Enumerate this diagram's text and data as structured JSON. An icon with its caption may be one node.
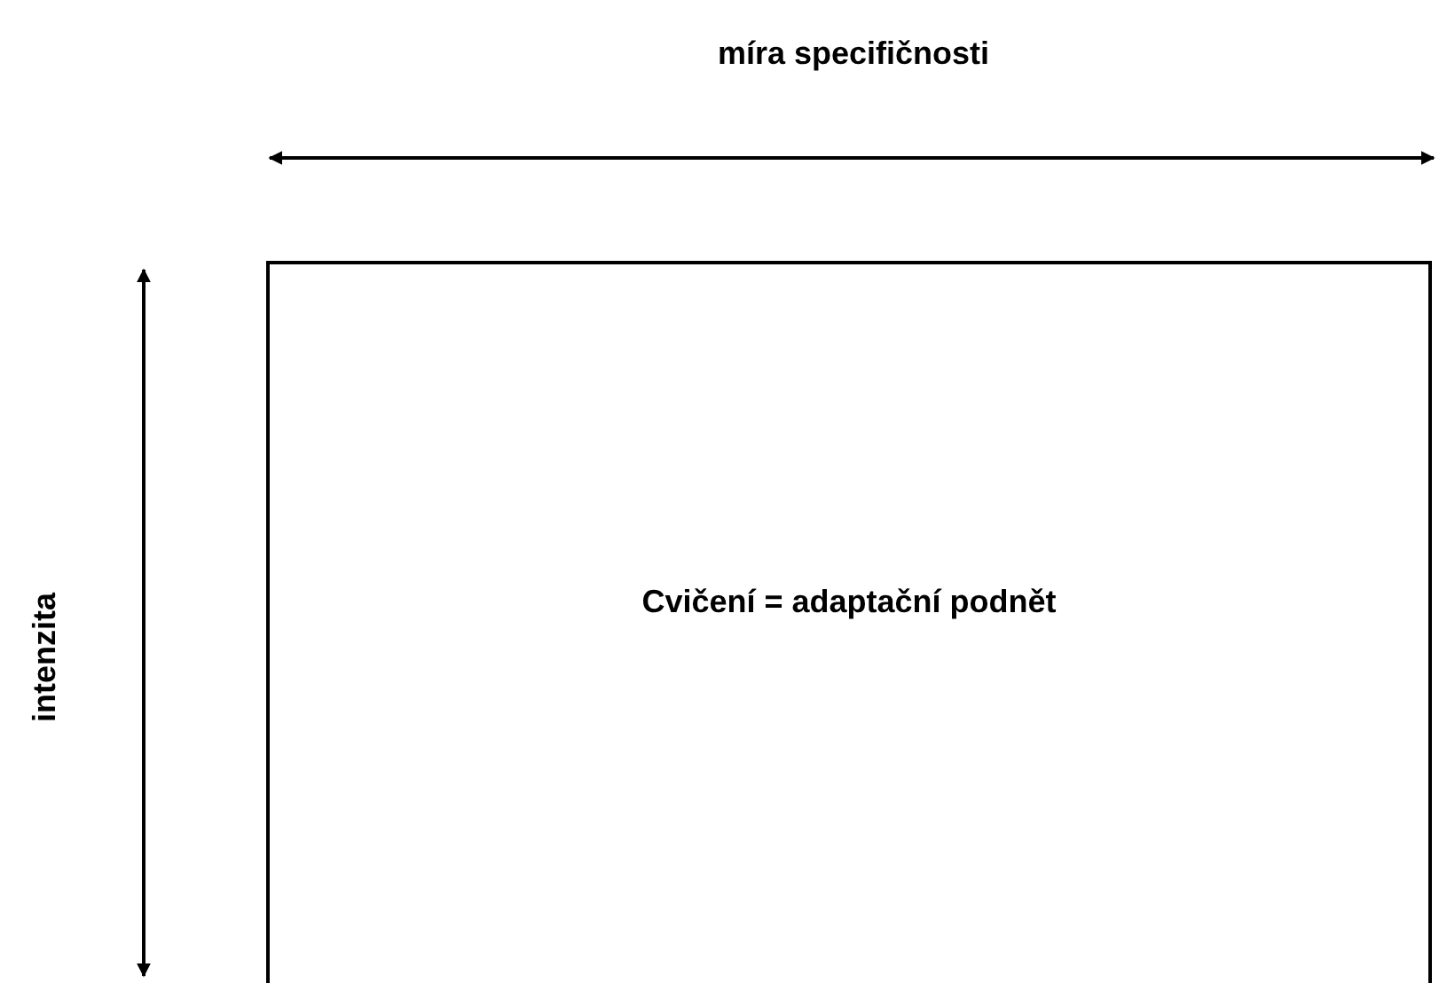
{
  "diagram": {
    "nodes": [
      {
        "text": [
          "Cvičení = adaptační podnět"
        ]
      }
    ],
    "labels": [
      "míra specifičnosti",
      "intenzita"
    ]
  }
}
